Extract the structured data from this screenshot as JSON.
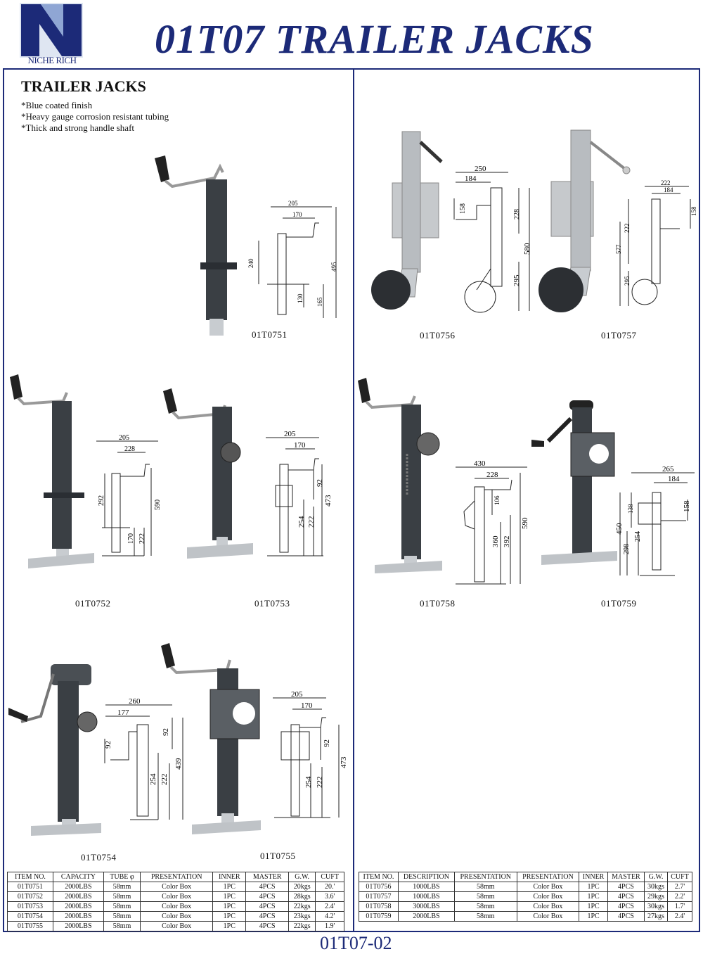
{
  "brand": {
    "name": "NICHE RICH"
  },
  "header": {
    "title": "01T07 TRAILER JACKS"
  },
  "section": {
    "title": "TRAILER JACKS",
    "features": [
      "*Blue coated finish",
      "*Heavy gauge corrosion resistant tubing",
      "*Thick and strong handle shaft"
    ]
  },
  "products": {
    "p0751": {
      "code": "01T0751",
      "dims": [
        "205",
        "170",
        "240",
        "495",
        "130",
        "165"
      ]
    },
    "p0752": {
      "code": "01T0752",
      "dims": [
        "205",
        "228",
        "292",
        "590",
        "170",
        "222"
      ]
    },
    "p0753": {
      "code": "01T0753",
      "dims": [
        "205",
        "170",
        "92",
        "473",
        "254",
        "222"
      ]
    },
    "p0754": {
      "code": "01T0754",
      "dims": [
        "260",
        "177",
        "92",
        "92",
        "439",
        "254",
        "222"
      ]
    },
    "p0755": {
      "code": "01T0755",
      "dims": [
        "205",
        "170",
        "92",
        "473",
        "254",
        "222"
      ]
    },
    "p0756": {
      "code": "01T0756",
      "dims": [
        "250",
        "184",
        "158",
        "228",
        "580",
        "295"
      ]
    },
    "p0757": {
      "code": "01T0757",
      "dims": [
        "222",
        "184",
        "158",
        "222",
        "577",
        "295"
      ]
    },
    "p0758": {
      "code": "01T0758",
      "dims": [
        "430",
        "228",
        "106",
        "590",
        "360",
        "392"
      ]
    },
    "p0759": {
      "code": "01T0759",
      "dims": [
        "265",
        "184",
        "138",
        "158",
        "450",
        "298",
        "254"
      ]
    }
  },
  "table_left": {
    "headers": [
      "ITEM NO.",
      "CAPACITY",
      "TUBE φ",
      "PRESENTATION",
      "INNER",
      "MASTER",
      "G.W.",
      "CUFT"
    ],
    "rows": [
      [
        "01T0751",
        "2000LBS",
        "58mm",
        "Color Box",
        "1PC",
        "4PCS",
        "20kgs",
        "20.'"
      ],
      [
        "01T0752",
        "2000LBS",
        "58mm",
        "Color Box",
        "1PC",
        "4PCS",
        "28kgs",
        "3.6'"
      ],
      [
        "01T0753",
        "2000LBS",
        "58mm",
        "Color Box",
        "1PC",
        "4PCS",
        "22kgs",
        "2.4'"
      ],
      [
        "01T0754",
        "2000LBS",
        "58mm",
        "Color Box",
        "1PC",
        "4PCS",
        "23kgs",
        "4.2'"
      ],
      [
        "01T0755",
        "2000LBS",
        "58mm",
        "Color Box",
        "1PC",
        "4PCS",
        "22kgs",
        "1.9'"
      ]
    ]
  },
  "table_right": {
    "headers": [
      "ITEM NO.",
      "DESCRIPTION",
      "PRESENTATION",
      "PRESENTATION",
      "INNER",
      "MASTER",
      "G.W.",
      "CUFT"
    ],
    "rows": [
      [
        "01T0756",
        "1000LBS",
        "58mm",
        "Color Box",
        "1PC",
        "4PCS",
        "30kgs",
        "2.7'"
      ],
      [
        "01T0757",
        "1000LBS",
        "58mm",
        "Color Box",
        "1PC",
        "4PCS",
        "29kgs",
        "2.2'"
      ],
      [
        "01T0758",
        "3000LBS",
        "58mm",
        "Color Box",
        "1PC",
        "4PCS",
        "30kgs",
        "1.7'"
      ],
      [
        "01T0759",
        "2000LBS",
        "58mm",
        "Color Box",
        "1PC",
        "4PCS",
        "27kgs",
        "2.4'"
      ]
    ]
  },
  "footer": {
    "page": "01T07-02"
  },
  "colors": {
    "brand_blue": "#1c2a78",
    "jack_dark": "#3a3f44",
    "jack_silver": "#b8bcc0"
  }
}
